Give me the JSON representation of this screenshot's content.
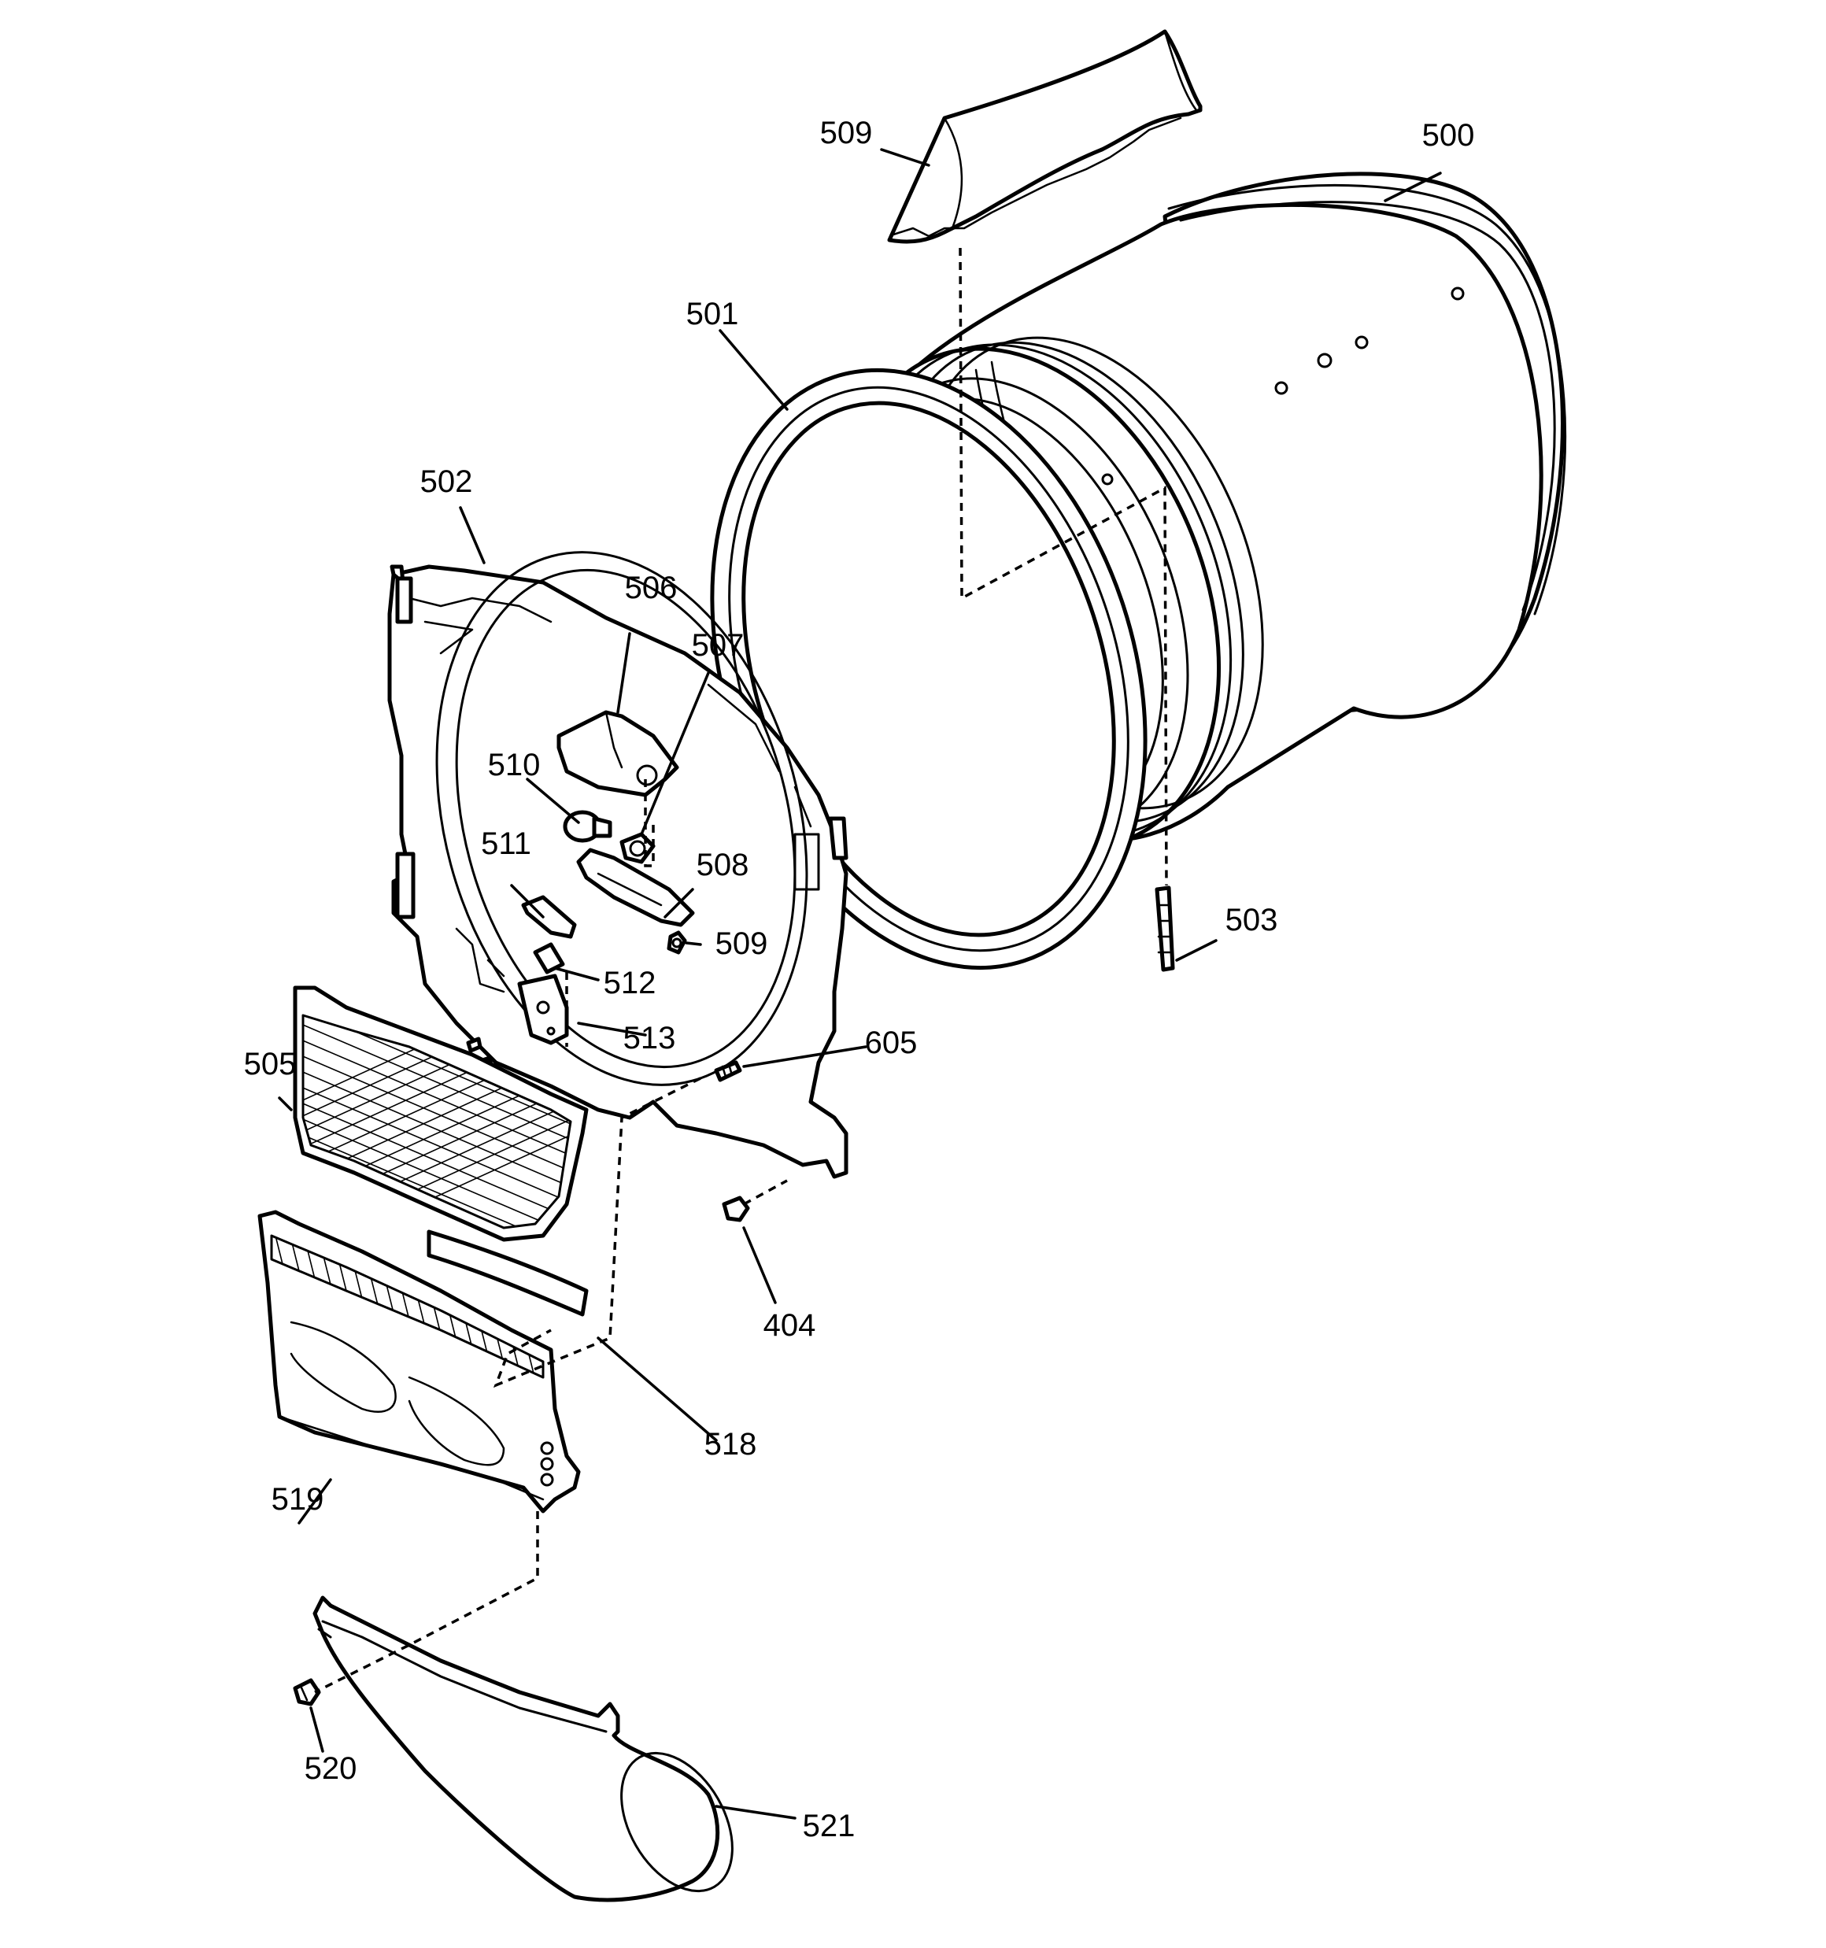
{
  "diagram": {
    "callouts": [
      {
        "id": "c-509-top",
        "label": "509"
      },
      {
        "id": "c-500",
        "label": "500"
      },
      {
        "id": "c-501",
        "label": "501"
      },
      {
        "id": "c-502",
        "label": "502"
      },
      {
        "id": "c-506",
        "label": "506"
      },
      {
        "id": "c-507",
        "label": "507"
      },
      {
        "id": "c-510",
        "label": "510"
      },
      {
        "id": "c-511",
        "label": "511"
      },
      {
        "id": "c-508",
        "label": "508"
      },
      {
        "id": "c-509-mid",
        "label": "509"
      },
      {
        "id": "c-512",
        "label": "512"
      },
      {
        "id": "c-513",
        "label": "513"
      },
      {
        "id": "c-605",
        "label": "605"
      },
      {
        "id": "c-505",
        "label": "505"
      },
      {
        "id": "c-503",
        "label": "503"
      },
      {
        "id": "c-404",
        "label": "404"
      },
      {
        "id": "c-518",
        "label": "518"
      },
      {
        "id": "c-519",
        "label": "519"
      },
      {
        "id": "c-520",
        "label": "520"
      },
      {
        "id": "c-521",
        "label": "521"
      }
    ]
  }
}
